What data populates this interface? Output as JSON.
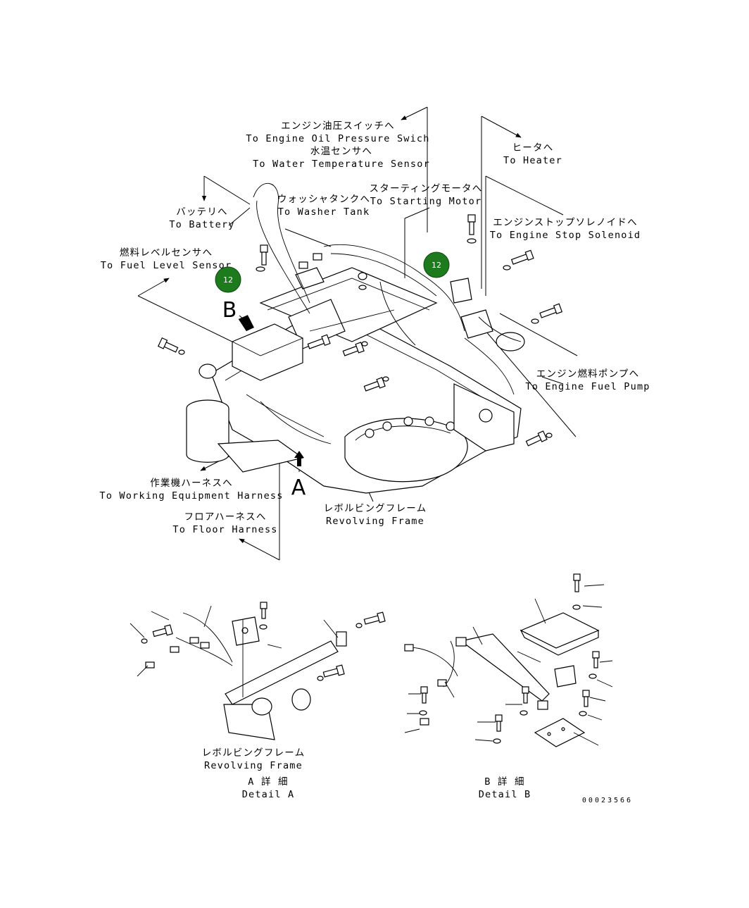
{
  "labels": {
    "oil_pressure_jp": "エンジン油圧スイッチへ",
    "oil_pressure_en": "To Engine Oil Pressure Swich",
    "water_temp_jp": "水温センサへ",
    "water_temp_en": "To Water Temperature Sensor",
    "heater_jp": "ヒータへ",
    "heater_en": "To Heater",
    "washer_jp": "ウォッシャタンクへ",
    "washer_en": "To Washer Tank",
    "starting_jp": "スターティングモータへ",
    "starting_en": "To Starting Motor",
    "battery_jp": "バッテリへ",
    "battery_en": "To Battery",
    "stop_solenoid_jp": "エンジンストップソレノイドへ",
    "stop_solenoid_en": "To Engine Stop Solenoid",
    "fuel_level_jp": "燃料レベルセンサへ",
    "fuel_level_en": "To Fuel Level Sensor",
    "fuel_pump_jp": "エンジン燃料ポンプへ",
    "fuel_pump_en": "To Engine Fuel Pump",
    "working_jp": "作業機ハーネスへ",
    "working_en": "To Working Equipment Harness",
    "floor_jp": "フロアハーネスへ",
    "floor_en": "To Floor Harness",
    "frame_jp": "レボルビングフレーム",
    "frame_en": "Revolving Frame",
    "frame_a_jp": "レボルビングフレーム",
    "frame_a_en": "Revolving Frame",
    "detail_a_jp": "A 詳 細",
    "detail_a_en": "Detail A",
    "detail_b_jp": "B 詳 細",
    "detail_b_en": "Detail B",
    "view_a": "A",
    "view_b": "B",
    "drawing_code": "00023566"
  },
  "badges": [
    {
      "text": "12",
      "color": "#1d7a1d"
    },
    {
      "text": "12",
      "color": "#1d7a1d"
    }
  ]
}
